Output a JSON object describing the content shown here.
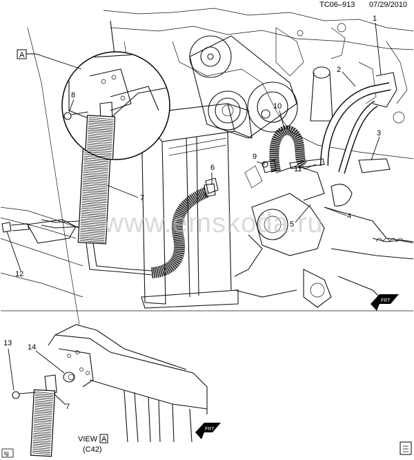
{
  "header": {
    "code": "TC06–913",
    "date": "07/29/2010"
  },
  "watermark": "www.emskoda.ru",
  "view_box_label": "A",
  "view_caption": {
    "prefix": "VIEW",
    "box": "A",
    "sub": "(C42)"
  },
  "front_label": "FRT",
  "tg_label": "tg",
  "callouts": [
    "1",
    "2",
    "3",
    "4",
    "5",
    "6",
    "7",
    "8",
    "9",
    "10",
    "11",
    "12",
    "13",
    "14",
    "7"
  ]
}
